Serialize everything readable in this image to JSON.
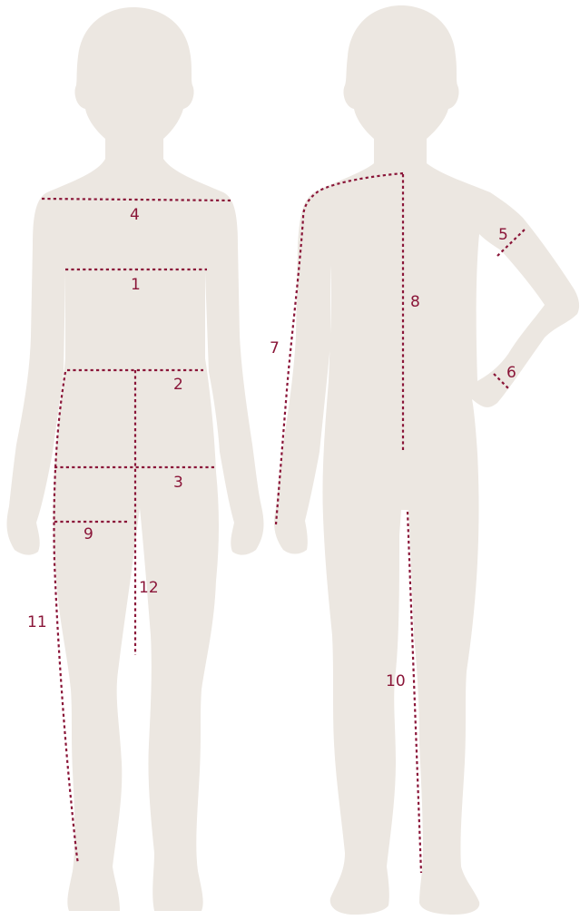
{
  "colors": {
    "silhouette": "#ece7e1",
    "measure_line": "#8a1538",
    "label": "#8a1538",
    "background": "#ffffff"
  },
  "figures": [
    {
      "name": "front-view",
      "view": "front"
    },
    {
      "name": "back-view",
      "view": "back"
    }
  ],
  "labels": {
    "m1": "1",
    "m2": "2",
    "m3": "3",
    "m4": "4",
    "m5": "5",
    "m6": "6",
    "m7": "7",
    "m8": "8",
    "m9": "9",
    "m10": "10",
    "m11": "11",
    "m12": "12"
  }
}
